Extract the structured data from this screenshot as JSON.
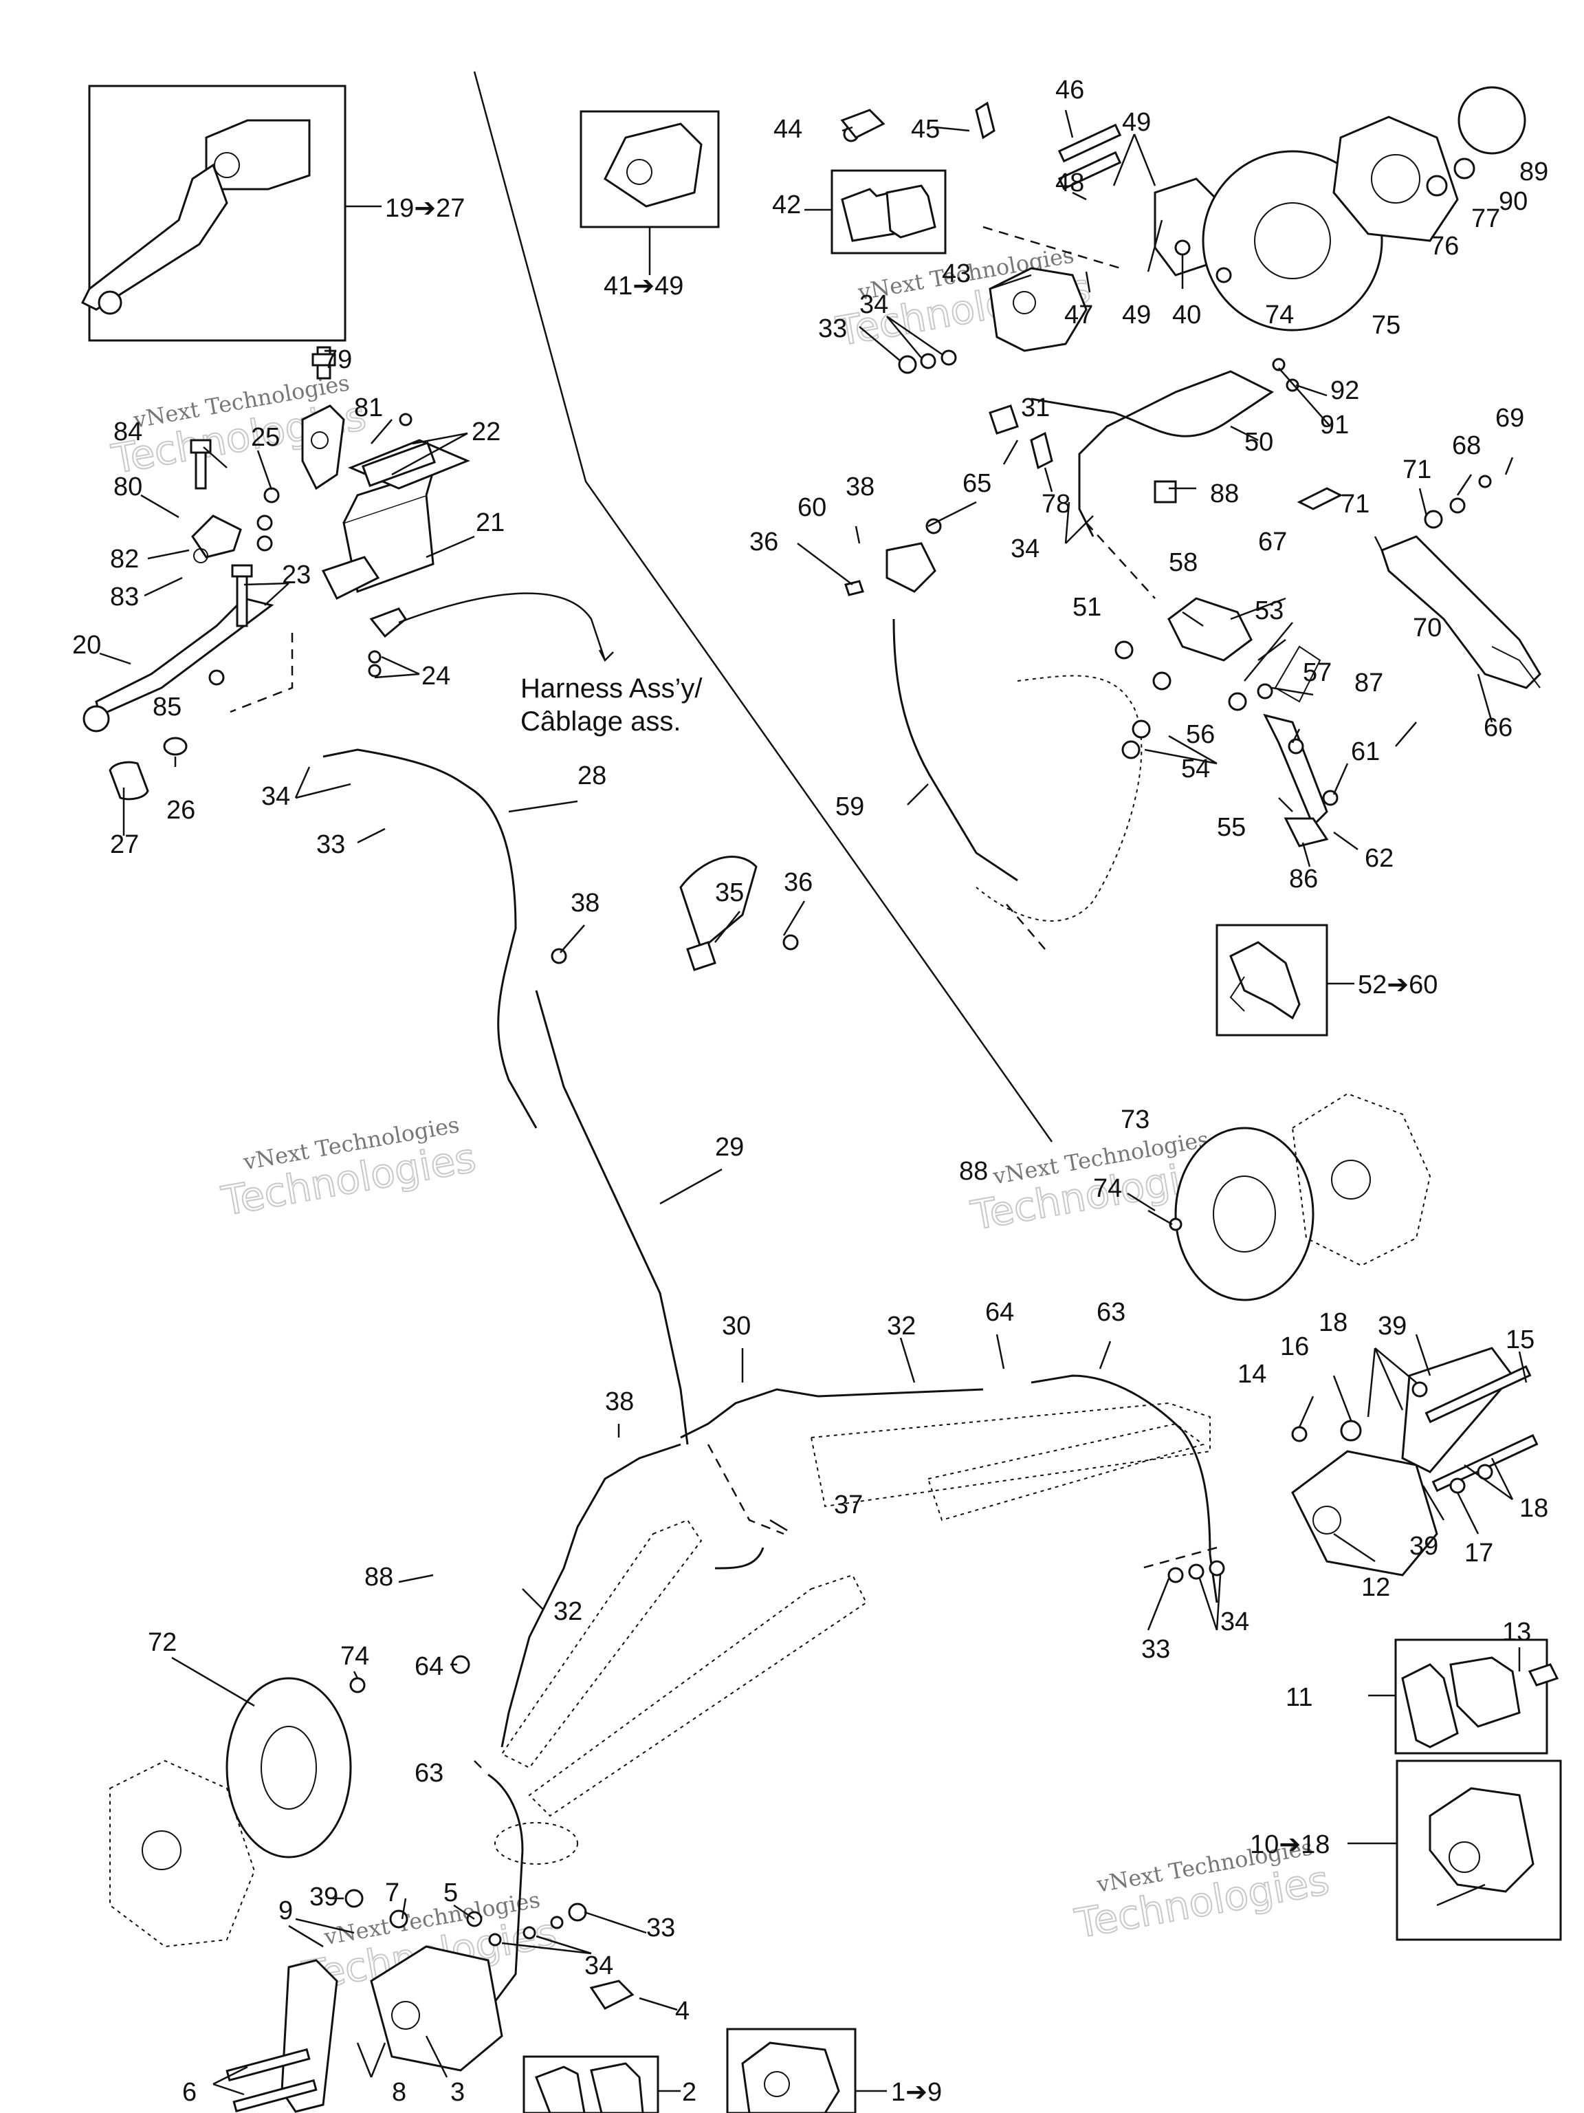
{
  "labels": {
    "l1": "1",
    "l2": "2",
    "l3": "3",
    "l4": "4",
    "l5": "5",
    "l6": "6",
    "l7": "7",
    "l8": "8",
    "l9": "9",
    "l11": "11",
    "l12": "12",
    "l13": "13",
    "l14": "14",
    "l15": "15",
    "l16": "16",
    "l17": "17",
    "l18a": "18",
    "l18b": "18",
    "l20": "20",
    "l21": "21",
    "l22": "22",
    "l23": "23",
    "l24": "24",
    "l25": "25",
    "l26": "26",
    "l27": "27",
    "l28": "28",
    "l29": "29",
    "l30": "30",
    "l31": "31",
    "l32a": "32",
    "l32b": "32",
    "l33a": "33",
    "l33b": "33",
    "l33c": "33",
    "l33d": "33",
    "l34a": "34",
    "l34b": "34",
    "l34c": "34",
    "l34d": "34",
    "l34e": "34",
    "l35": "35",
    "l36a": "36",
    "l36b": "36",
    "l37": "37",
    "l38a": "38",
    "l38b": "38",
    "l38c": "38",
    "l39a": "39",
    "l39b": "39",
    "l39c": "39",
    "l40": "40",
    "l42": "42",
    "l43": "43",
    "l44": "44",
    "l45": "45",
    "l46": "46",
    "l47": "47",
    "l48": "48",
    "l49a": "49",
    "l49b": "49",
    "l50": "50",
    "l51": "51",
    "l53": "53",
    "l54": "54",
    "l55": "55",
    "l56": "56",
    "l57": "57",
    "l58": "58",
    "l59": "59",
    "l60": "60",
    "l61": "61",
    "l62": "62",
    "l63a": "63",
    "l63b": "63",
    "l64a": "64",
    "l64b": "64",
    "l65": "65",
    "l66": "66",
    "l67": "67",
    "l68": "68",
    "l69": "69",
    "l70": "70",
    "l71a": "71",
    "l71b": "71",
    "l72": "72",
    "l73": "73",
    "l74a": "74",
    "l74b": "74",
    "l74c": "74",
    "l75": "75",
    "l76": "76",
    "l77": "77",
    "l78": "78",
    "l79": "79",
    "l80": "80",
    "l81": "81",
    "l82": "82",
    "l83": "83",
    "l84": "84",
    "l85": "85",
    "l86": "86",
    "l87": "87",
    "l88a": "88",
    "l88b": "88",
    "l88c": "88",
    "l89": "89",
    "l90": "90",
    "l91": "91",
    "l92": "92"
  },
  "ranges": {
    "r19_27": "19➔27",
    "r41_49": "41➔49",
    "r52_60": "52➔60",
    "r10_18": "10➔18",
    "r1_9": "1➔9"
  },
  "harness": {
    "line1": "Harness Ass’y/",
    "line2": "Câblage ass."
  },
  "watermark": {
    "line1": "vNext Technologies",
    "line2": "Technologies"
  }
}
